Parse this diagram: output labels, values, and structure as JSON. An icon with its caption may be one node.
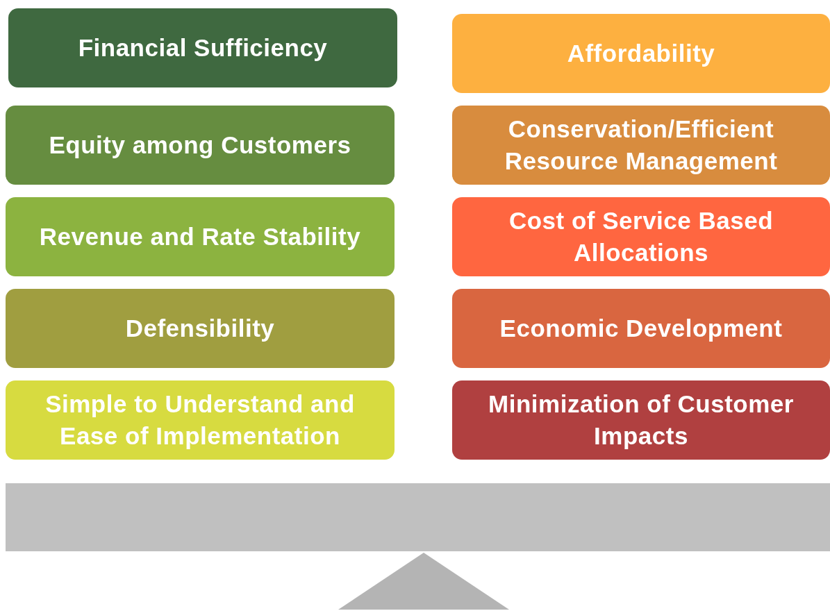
{
  "diagram": {
    "nodes": [
      {
        "text": [
          "Financial Sufficiency"
        ]
      },
      {
        "text": [
          "Equity among Customers"
        ]
      },
      {
        "text": [
          "Revenue and Rate Stability"
        ]
      },
      {
        "text": [
          "Defensibility"
        ]
      },
      {
        "text": [
          "Simple to Understand and Ease of Implementation"
        ]
      },
      {
        "text": [
          "Affordability"
        ]
      },
      {
        "text": [
          "Conservation/Efficient Resource Management"
        ]
      },
      {
        "text": [
          "Cost of Service Based Allocations"
        ]
      },
      {
        "text": [
          "Economic Development"
        ]
      },
      {
        "text": [
          "Minimization of Customer Impacts"
        ]
      },
      {
        "text": [],
        "shape": "bar"
      },
      {
        "text": [],
        "shape": "triangle"
      }
    ]
  }
}
